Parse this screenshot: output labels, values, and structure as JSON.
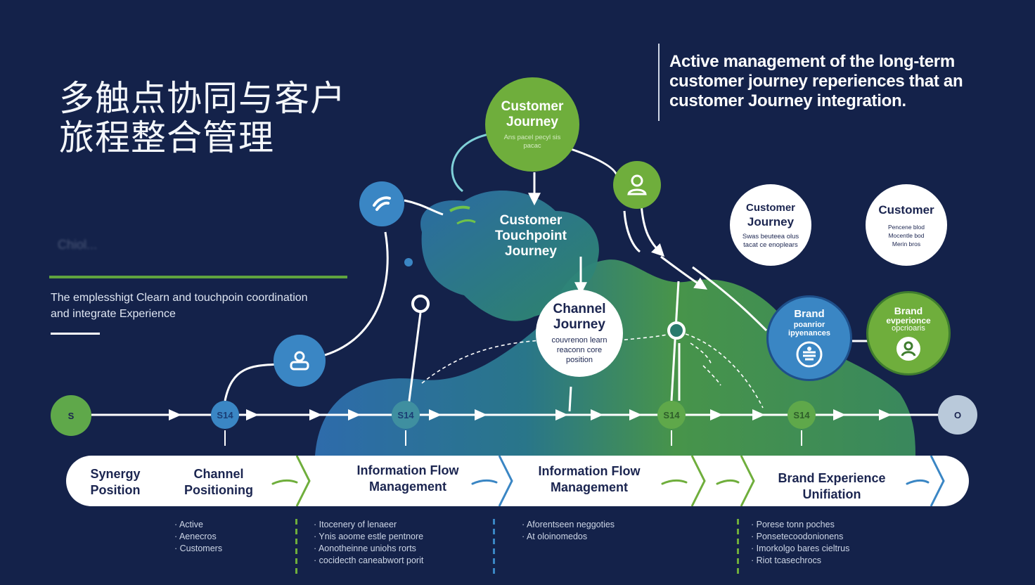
{
  "title_cn": {
    "line1": "多触点协同与客户",
    "line2": "旅程整合管理"
  },
  "blurred_note": "Chiol...",
  "description": {
    "line1": "The emplesshigt Clearn and touchpoin coordination",
    "line2": "and integrate Experience"
  },
  "headline": {
    "line1": "Active management of the long-term",
    "line2": "customer journey reperiences that an",
    "line3": "customer Journey integration."
  },
  "circles": {
    "top_journey": {
      "title1": "Customer",
      "title2": "Journey",
      "sub1": "Ans pacel pecyl sis",
      "sub2": "pacac"
    },
    "touchpoint": {
      "title1": "Customer",
      "title2": "Touchpoint",
      "title3": "Journey"
    },
    "channel": {
      "title1": "Channel",
      "title2": "Journey",
      "sub1": "couvrenon learn",
      "sub2": "reaconn core",
      "sub3": "position"
    },
    "right_journey": {
      "title1": "Customer",
      "title2": "Journey",
      "sub1": "Swas beuteea olus",
      "sub2": "tacat ce enoplears"
    },
    "right_customer": {
      "title1": "Customer",
      "sub1": "Pencene blod",
      "sub2": "Mocentle bod",
      "sub3": "Merin bros"
    },
    "brand_blue": {
      "title1": "Brand",
      "sub1": "poanrior",
      "sub2": "ipyenances"
    },
    "brand_green": {
      "title1": "Brand",
      "sub1": "evperionce",
      "sub2": "opcrioaris"
    }
  },
  "timeline_nodes": {
    "start": "S",
    "n1": "S14",
    "n2": "S14",
    "n3": "S14",
    "n4": "S14",
    "end": "O"
  },
  "band_labels": {
    "synergy": {
      "l1": "Synergy",
      "l2": "Position"
    },
    "channel": {
      "l1": "Channel",
      "l2": "Positioning"
    },
    "info1": {
      "l1": "Information Flow",
      "l2": "Management"
    },
    "info2": {
      "l1": "Information Flow",
      "l2": "Management"
    },
    "brand": {
      "l1": "Brand Experience",
      "l2": "Unifiation"
    }
  },
  "bullets": {
    "col1": [
      "Active",
      "Aenecros",
      "Customers"
    ],
    "col2": [
      "Itocenery of lenaeer",
      "Ynis aoome estle pentnore",
      "Aonotheinne uniohs rorts",
      "cocidecth caneabwort porit"
    ],
    "col3": [
      "Aforentseen neggoties",
      "At oloinomedos"
    ],
    "col4": [
      "Porese tonn poches",
      "Ponsetecoodonionens",
      "Imorkolgo bares cieltrus",
      "Riot tcasechrocs"
    ]
  },
  "colors": {
    "background": "#14224a",
    "green": "#6fae3c",
    "blue": "#3a86c4",
    "teal": "#2e8b8a",
    "white": "#ffffff"
  }
}
